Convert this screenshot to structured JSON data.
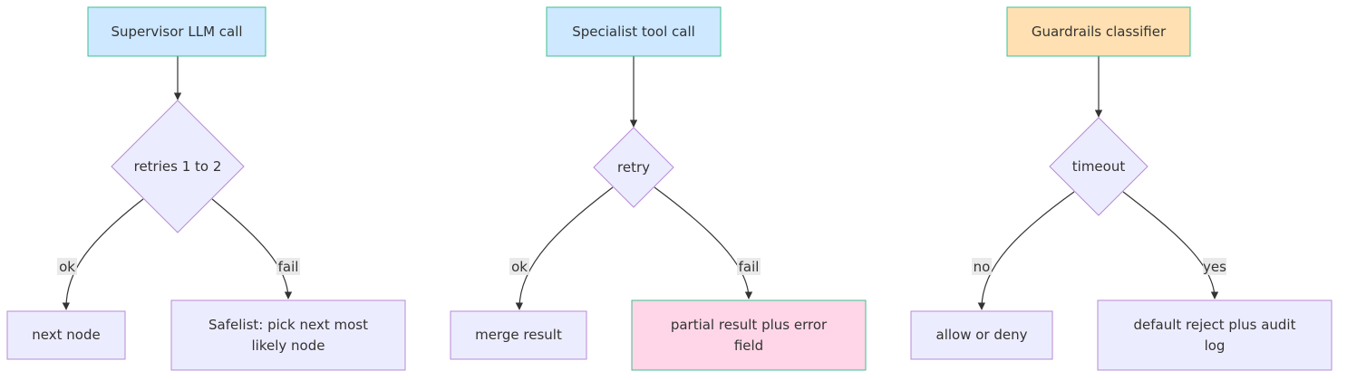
{
  "colors": {
    "blue_fill": "#cde8ff",
    "orange_fill": "#ffe0b2",
    "pink_fill": "#ffd6e7",
    "lavender_fill": "#ececff",
    "green_stroke": "#3dbf8f",
    "purple_stroke": "#b88ad6",
    "edge": "#333333"
  },
  "flows": [
    {
      "start": "Supervisor LLM call",
      "decision": "retries 1 to 2",
      "left_label": "ok",
      "right_label": "fail",
      "left_outcome": "next node",
      "right_outcome": [
        "Safelist: pick next most",
        "likely node"
      ]
    },
    {
      "start": "Specialist tool call",
      "decision": "retry",
      "left_label": "ok",
      "right_label": "fail",
      "left_outcome": "merge result",
      "right_outcome": [
        "partial result plus error",
        "field"
      ]
    },
    {
      "start": "Guardrails classifier",
      "decision": "timeout",
      "left_label": "no",
      "right_label": "yes",
      "left_outcome": "allow or deny",
      "right_outcome": [
        "default reject plus audit",
        "log"
      ]
    }
  ]
}
